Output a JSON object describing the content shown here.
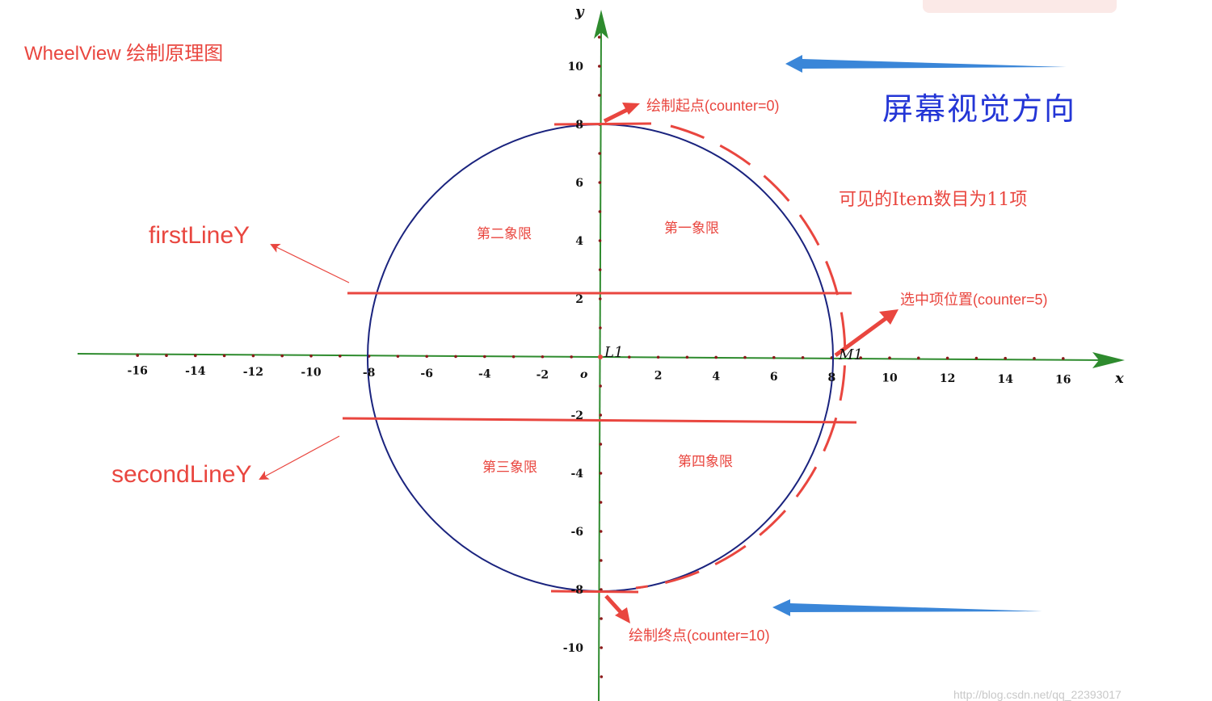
{
  "diagram": {
    "title": "WheelView 绘制原理图",
    "screen_direction": "屏幕视觉方向",
    "visible_count": "可见的Item数目为11项",
    "first_line": "firstLineY",
    "second_line": "secondLineY",
    "start_note": "绘制起点(counter=0)",
    "selected_note": "选中项位置(counter=5)",
    "end_note": "绘制终点(counter=10)",
    "quadrants": {
      "q1": "第一象限",
      "q2": "第二象限",
      "q3": "第三象限",
      "q4": "第四象限"
    },
    "axes": {
      "x_name": "x",
      "y_name": "y",
      "origin": "o",
      "x_ticks": [
        "-16",
        "-14",
        "-12",
        "-10",
        "-8",
        "-6",
        "-4",
        "-2",
        "2",
        "4",
        "6",
        "8",
        "10",
        "12",
        "14",
        "16"
      ],
      "y_ticks": [
        "10",
        "8",
        "6",
        "4",
        "2",
        "-2",
        "-4",
        "-6",
        "-8",
        "-10"
      ]
    },
    "points": {
      "l1": "L1",
      "m1": "M1"
    },
    "colors": {
      "annotation": "#e9463f",
      "circle": "#1a237e",
      "axis": "#2e8b2e",
      "direction_arrow": "#3a86d8",
      "screen_text": "#2436d6"
    }
  }
}
